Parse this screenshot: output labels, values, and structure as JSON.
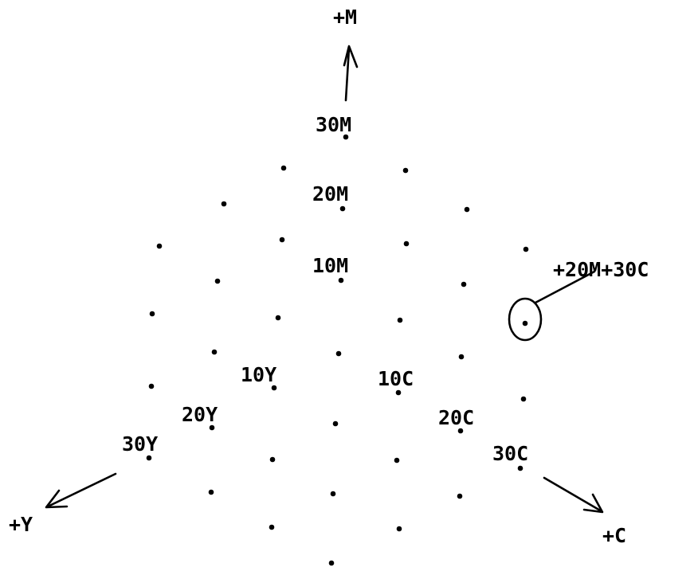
{
  "axes": {
    "m": "+M",
    "y": "+Y",
    "c": "+C"
  },
  "steps": {
    "m": [
      "10M",
      "20M",
      "30M"
    ],
    "y": [
      "10Y",
      "20Y",
      "30Y"
    ],
    "c": [
      "10C",
      "20C",
      "30C"
    ]
  },
  "callout": {
    "label": "+20M+30C"
  },
  "colors": {
    "ink": "#000000",
    "background": "#ffffff"
  }
}
